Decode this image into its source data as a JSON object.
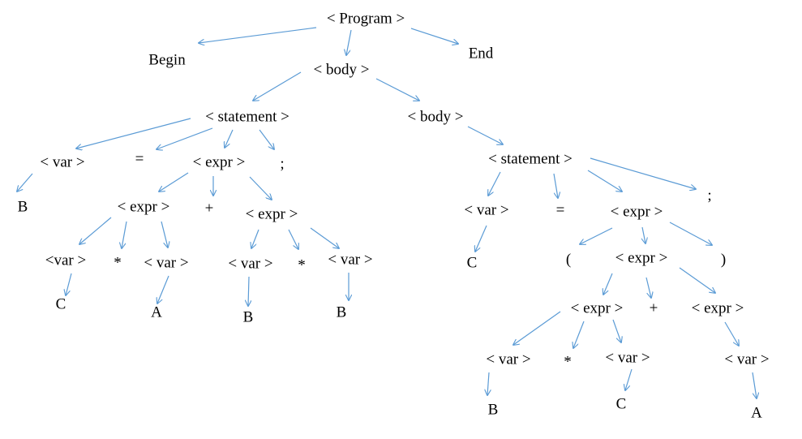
{
  "colors": {
    "edge": "#5b9bd5",
    "text": "#000000"
  },
  "nodes": [
    {
      "id": "program",
      "label": "< Program >"
    },
    {
      "id": "begin",
      "label": "Begin"
    },
    {
      "id": "body1",
      "label": "< body >"
    },
    {
      "id": "end",
      "label": "End"
    },
    {
      "id": "stmt1",
      "label": "< statement >"
    },
    {
      "id": "body2",
      "label": "< body >"
    },
    {
      "id": "var1",
      "label": "< var >"
    },
    {
      "id": "eq1",
      "label": "="
    },
    {
      "id": "expr1",
      "label": "< expr >"
    },
    {
      "id": "semi1",
      "label": ";"
    },
    {
      "id": "b1",
      "label": "B"
    },
    {
      "id": "expr2",
      "label": "< expr >"
    },
    {
      "id": "plus1",
      "label": "+"
    },
    {
      "id": "expr3",
      "label": "< expr >"
    },
    {
      "id": "var2",
      "label": "<var >"
    },
    {
      "id": "star1",
      "label": "*"
    },
    {
      "id": "var3",
      "label": "< var >"
    },
    {
      "id": "var4",
      "label": "< var >"
    },
    {
      "id": "star2",
      "label": "*"
    },
    {
      "id": "var5",
      "label": "< var >"
    },
    {
      "id": "c1",
      "label": "C"
    },
    {
      "id": "a1",
      "label": "A"
    },
    {
      "id": "b2",
      "label": "B"
    },
    {
      "id": "b3",
      "label": "B"
    },
    {
      "id": "stmt2",
      "label": "< statement >"
    },
    {
      "id": "var6",
      "label": "< var >"
    },
    {
      "id": "eq2",
      "label": "="
    },
    {
      "id": "expr4",
      "label": "< expr >"
    },
    {
      "id": "semi2",
      "label": ";"
    },
    {
      "id": "c2",
      "label": "C"
    },
    {
      "id": "lparen",
      "label": "("
    },
    {
      "id": "expr5",
      "label": "< expr >"
    },
    {
      "id": "rparen",
      "label": ")"
    },
    {
      "id": "expr6",
      "label": "< expr >"
    },
    {
      "id": "plus2",
      "label": "+"
    },
    {
      "id": "expr7",
      "label": "< expr >"
    },
    {
      "id": "var7",
      "label": "< var >"
    },
    {
      "id": "star3",
      "label": "*"
    },
    {
      "id": "var8",
      "label": "< var >"
    },
    {
      "id": "var9",
      "label": "< var >"
    },
    {
      "id": "b4",
      "label": "B"
    },
    {
      "id": "c3",
      "label": "C"
    },
    {
      "id": "a2",
      "label": "A"
    }
  ]
}
